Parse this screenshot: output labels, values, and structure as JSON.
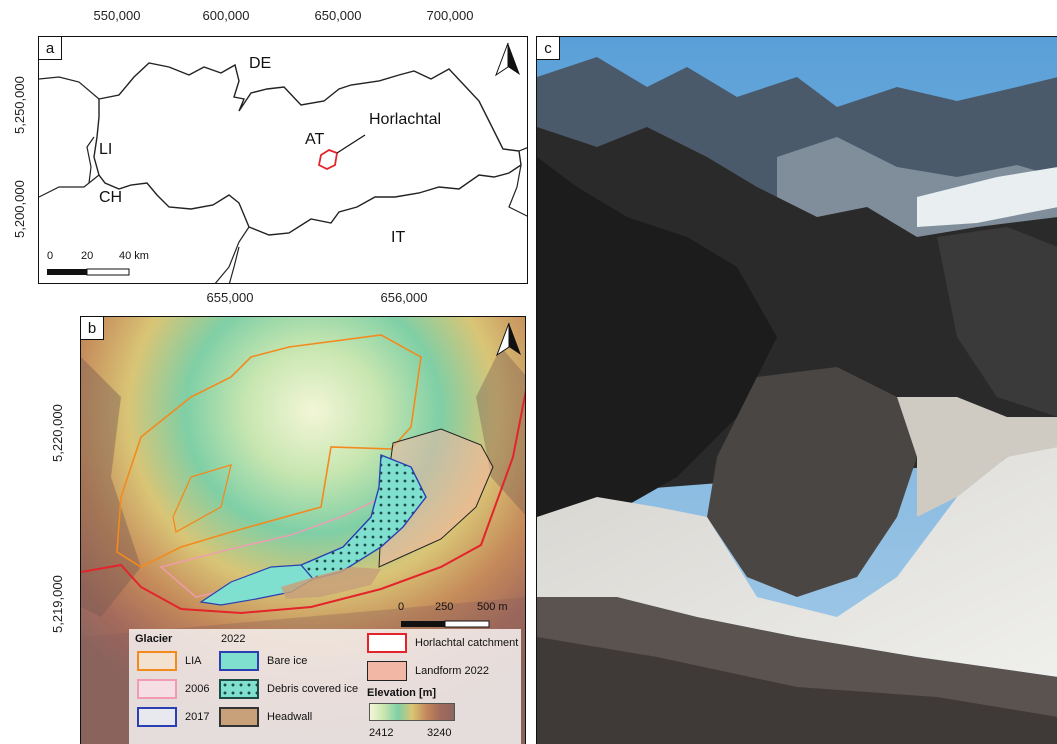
{
  "panel_a": {
    "label": "a",
    "x_ticks": [
      "550,000",
      "600,000",
      "650,000",
      "700,000"
    ],
    "y_ticks": [
      "5,250,000",
      "5,200,000"
    ],
    "countries": {
      "de": "DE",
      "li": "LI",
      "ch": "CH",
      "at": "AT",
      "it": "IT"
    },
    "site_label": "Horlachtal",
    "scalebar": {
      "t0": "0",
      "t1": "20",
      "t2": "40 km"
    },
    "north_arrow": "north-arrow-icon"
  },
  "panel_b": {
    "label": "b",
    "x_ticks": [
      "655,000",
      "656,000"
    ],
    "y_ticks": [
      "5,220,000",
      "5,219,000"
    ],
    "scalebar": {
      "t0": "0",
      "t1": "250",
      "t2": "500 m"
    },
    "legend": {
      "glacier_heading": "Glacier",
      "year_heading": "2022",
      "lia": "LIA",
      "y2006": "2006",
      "y2017": "2017",
      "bare_ice": "Bare ice",
      "debris_ice": "Debris covered ice",
      "headwall": "Headwall",
      "catchment": "Horlachtal catchment",
      "landform": "Landform 2022",
      "elevation_heading": "Elevation [m]",
      "elev_min": "2412",
      "elev_max": "3240"
    },
    "colors": {
      "lia": "#f28a1e",
      "y2006": "#f29ab4",
      "y2017": "#2b3fb0",
      "bare_ice": "#7fe0d0",
      "debris_dot": "#1d4a44",
      "headwall": "#c8a07a",
      "catchment": "#e3242b",
      "landform": "#f2b7a5"
    }
  },
  "panel_c": {
    "label": "c"
  }
}
